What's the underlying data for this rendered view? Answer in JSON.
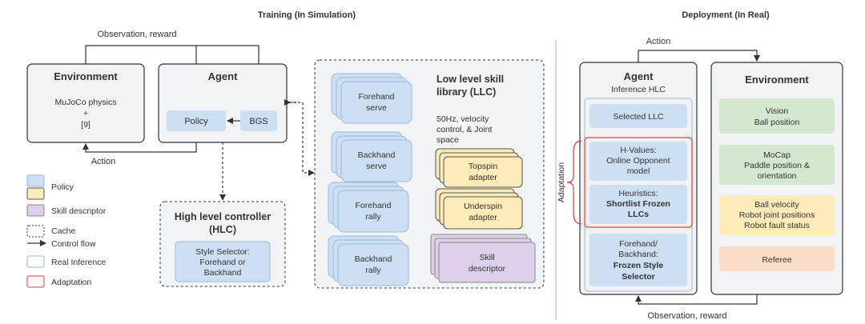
{
  "training": {
    "title": "Training (In Simulation)",
    "observation_label": "Observation, reward",
    "action_label": "Action",
    "environment": {
      "title": "Environment",
      "line1": "MuJoCo physics",
      "line2": "+",
      "line3": "[9]"
    },
    "agent": {
      "title": "Agent",
      "policy": "Policy",
      "bgs": "BGS"
    },
    "hlc": {
      "title_line1": "High level controller",
      "title_line2": "(HLC)",
      "selector_line1": "Style Selector:",
      "selector_line2": "Forehand or",
      "selector_line3": "Backhand"
    },
    "llc": {
      "title_line1": "Low level skill",
      "title_line2": "library (LLC)",
      "desc_line1": "50Hz, velocity",
      "desc_line2": "control,  & Joint",
      "desc_line3": "space",
      "forehand_serve": [
        "Forehand",
        "serve"
      ],
      "backhand_serve": [
        "Backhand",
        "serve"
      ],
      "forehand_rally": [
        "Forehand",
        "rally"
      ],
      "backhand_rally": [
        "Backhand",
        "rally"
      ],
      "topspin": [
        "Topspin",
        "adapter"
      ],
      "underspin": [
        "Underspin",
        "adapter"
      ],
      "skill_descriptor": [
        "Skill",
        "descriptor"
      ]
    }
  },
  "legend": {
    "policy": "Policy",
    "skill_descriptor": "Skill descriptor",
    "cache": "Cache",
    "control_flow": "Control flow",
    "real_inference": "Real Inference",
    "adaptation": "Adaptation"
  },
  "deployment": {
    "title": "Deployment (In Real)",
    "action_label": "Action",
    "observation_label": "Observation, reward",
    "adaptation_label": "Adaptation",
    "agent": {
      "title": "Agent",
      "subtitle": "Inference HLC",
      "selected_llc": "Selected LLC",
      "hvalues": [
        "H-Values:",
        "Online Opponent",
        "model"
      ],
      "heuristics": [
        "Heuristics:",
        "Shortlist Frozen",
        "LLCs"
      ],
      "forehand_backhand": [
        "Forehand/",
        "Backhand:",
        "Frozen Style",
        "Selector"
      ]
    },
    "environment": {
      "title": "Environment",
      "vision": [
        "Vision",
        "Ball position"
      ],
      "mocap": [
        "MoCap",
        "Paddle position &",
        "orientation"
      ],
      "ball": [
        "Ball velocity",
        "Robot joint positions",
        "Robot fault status"
      ],
      "referee": "Referee"
    }
  },
  "colors": {
    "policy_blue": "#cddff3",
    "policy_yellow": "#fdecb8",
    "skill_purple": "#dcd0ea",
    "env_green": "#d4e8cf",
    "referee_orange": "#fbdcc7",
    "adaptation_red": "#e53935",
    "real_inference_blue": "#9ab8dd"
  }
}
